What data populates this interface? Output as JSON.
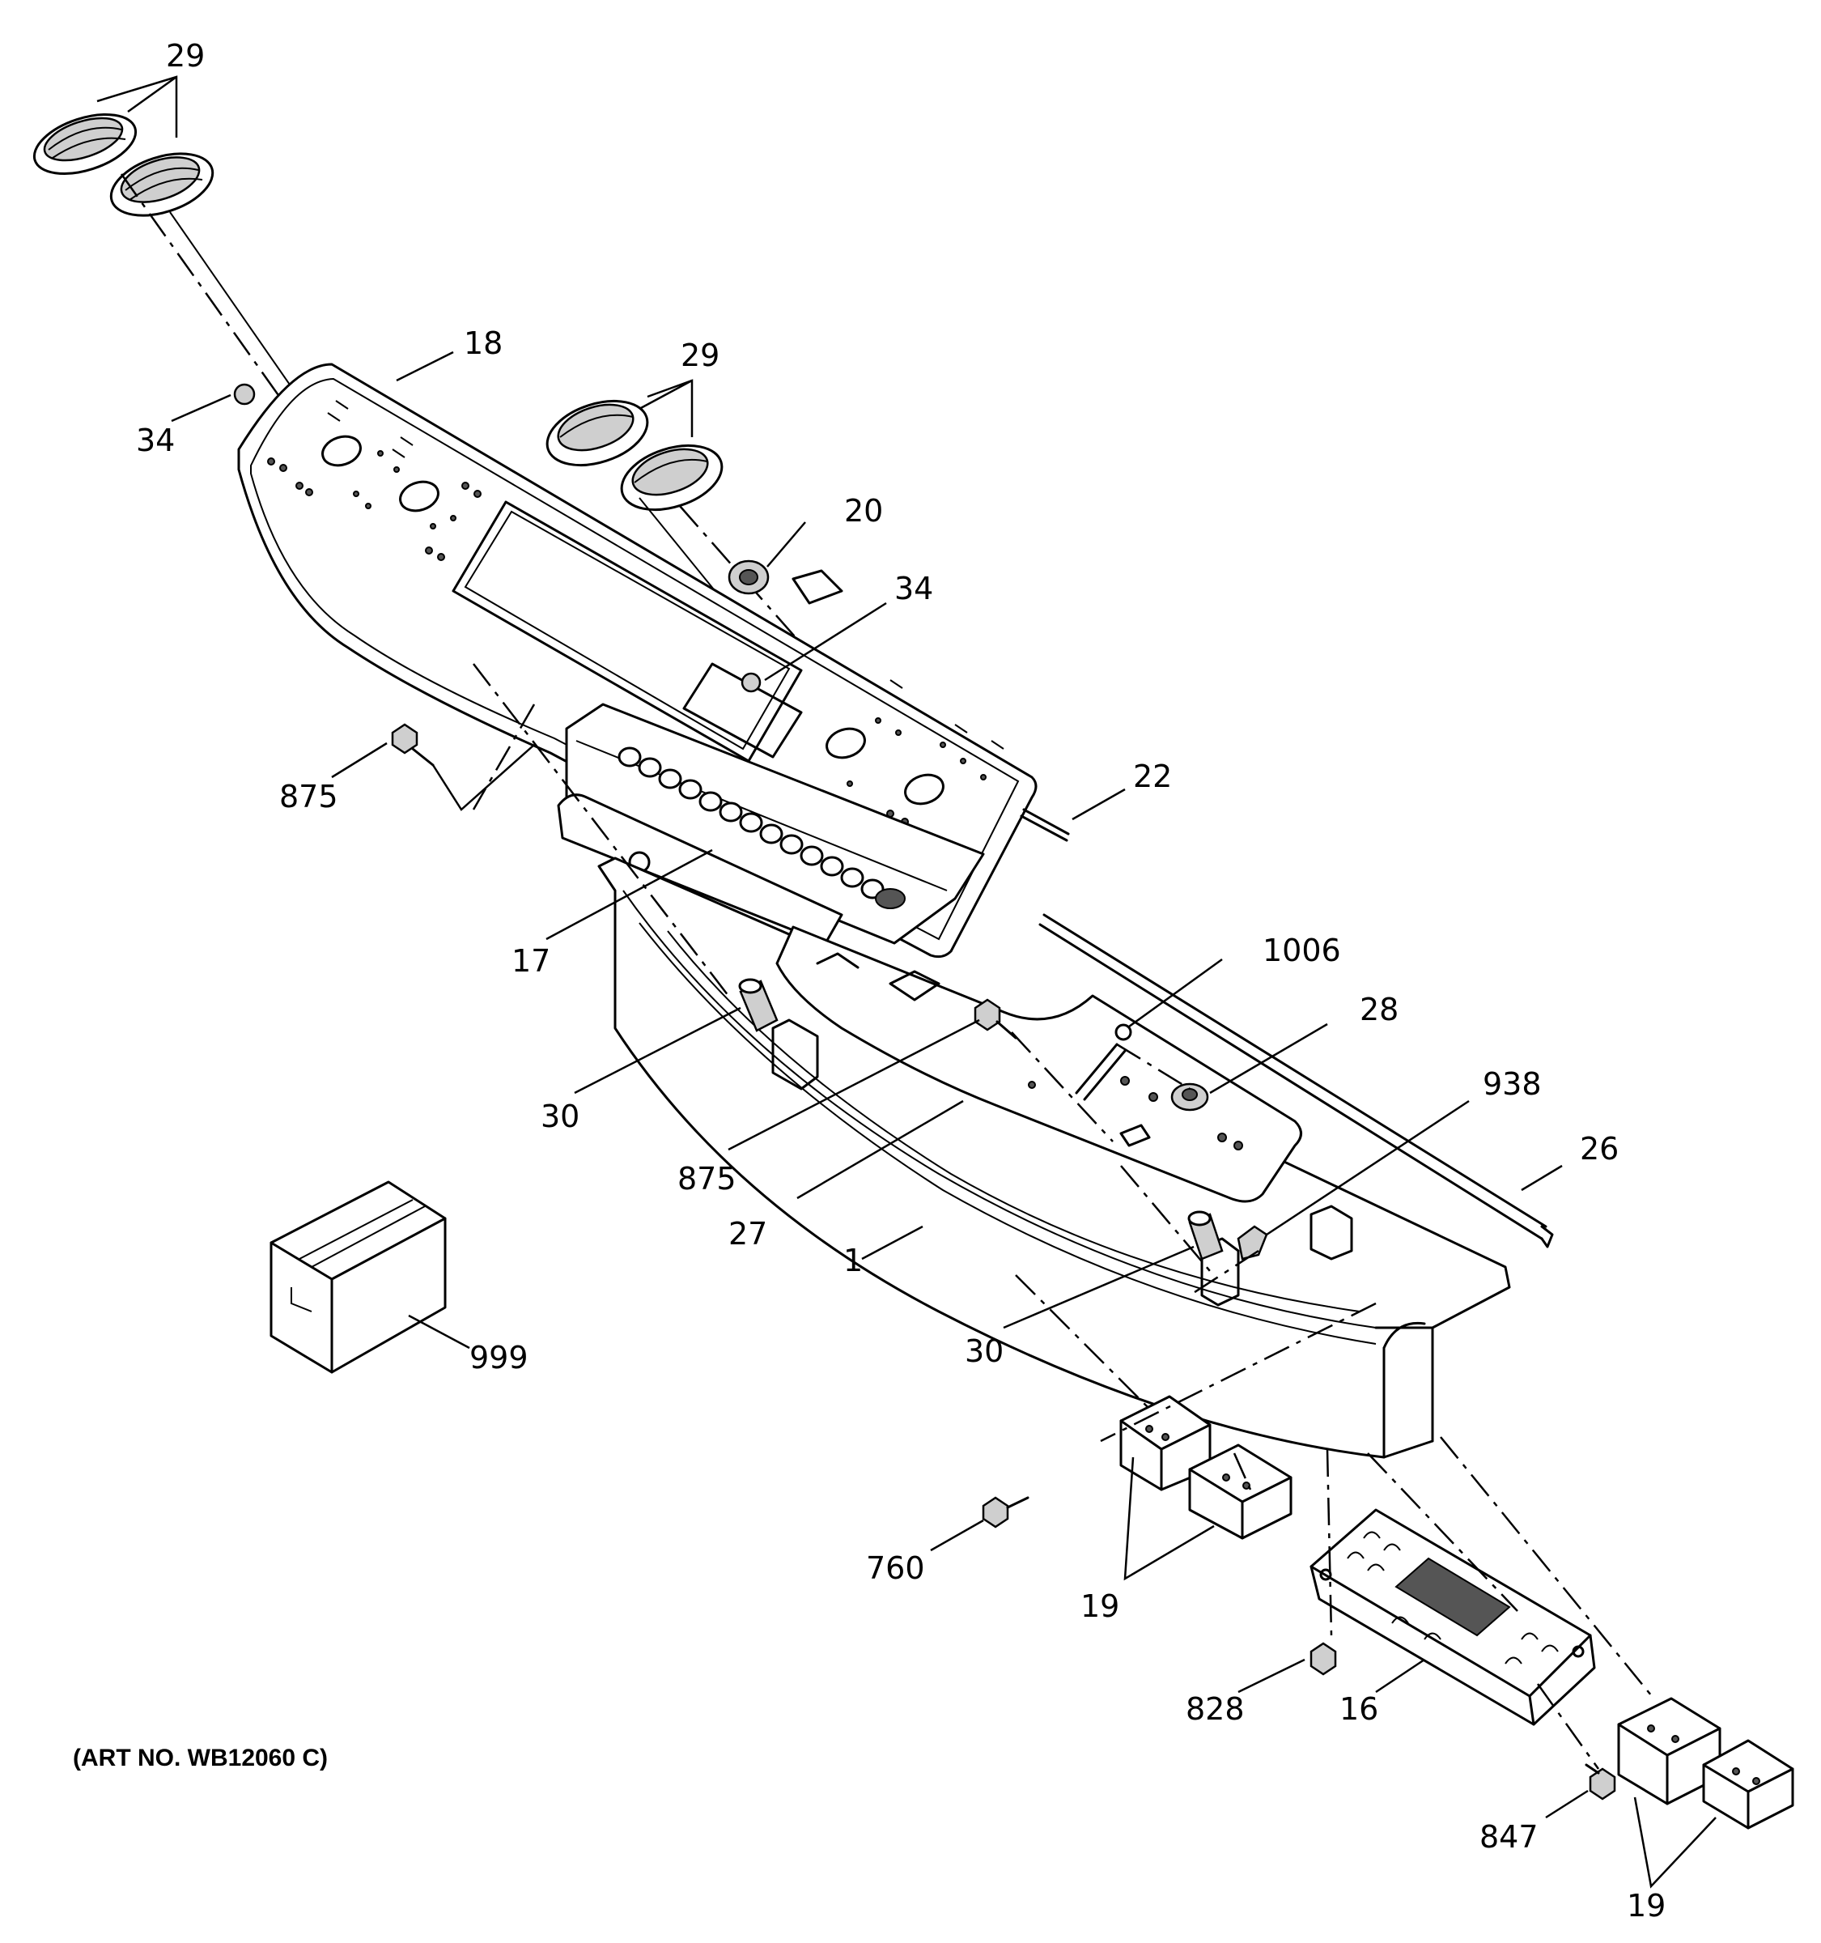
{
  "diagram": {
    "art_number": "(ART NO. WB12060 C)",
    "callouts": [
      {
        "id": "c-29-a",
        "text": "29"
      },
      {
        "id": "c-18",
        "text": "18"
      },
      {
        "id": "c-34-a",
        "text": "34"
      },
      {
        "id": "c-29-b",
        "text": "29"
      },
      {
        "id": "c-20",
        "text": "20"
      },
      {
        "id": "c-34-b",
        "text": "34"
      },
      {
        "id": "c-875-a",
        "text": "875"
      },
      {
        "id": "c-22",
        "text": "22"
      },
      {
        "id": "c-17",
        "text": "17"
      },
      {
        "id": "c-1006",
        "text": "1006"
      },
      {
        "id": "c-28",
        "text": "28"
      },
      {
        "id": "c-30-a",
        "text": "30"
      },
      {
        "id": "c-938",
        "text": "938"
      },
      {
        "id": "c-875-b",
        "text": "875"
      },
      {
        "id": "c-26",
        "text": "26"
      },
      {
        "id": "c-27",
        "text": "27"
      },
      {
        "id": "c-1",
        "text": "1"
      },
      {
        "id": "c-999",
        "text": "999"
      },
      {
        "id": "c-30-b",
        "text": "30"
      },
      {
        "id": "c-760",
        "text": "760"
      },
      {
        "id": "c-19-a",
        "text": "19"
      },
      {
        "id": "c-828",
        "text": "828"
      },
      {
        "id": "c-16",
        "text": "16"
      },
      {
        "id": "c-847",
        "text": "847"
      },
      {
        "id": "c-19-b",
        "text": "19"
      }
    ]
  }
}
